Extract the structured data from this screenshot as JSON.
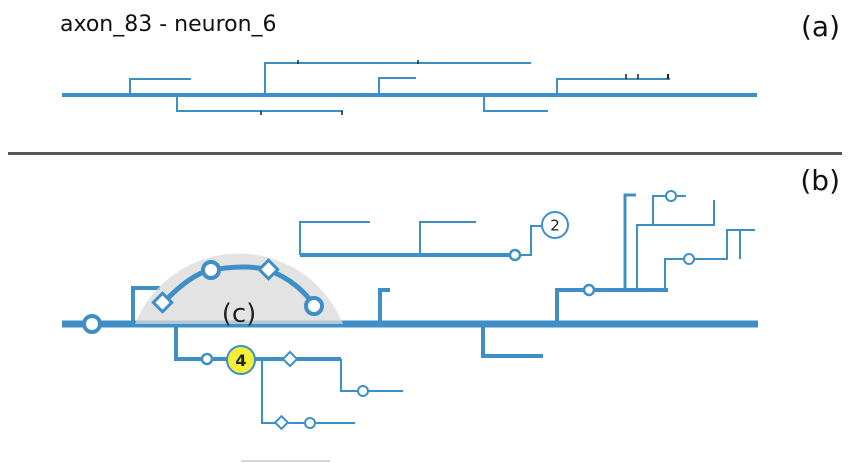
{
  "header": {
    "title": "axon_83 - neuron_6"
  },
  "panels": {
    "a_label": "(a)",
    "b_label": "(b)",
    "c_label": "(c)"
  },
  "badges": {
    "branch_2": "2",
    "branch_4": "4"
  },
  "colors": {
    "branch": "#3f8fc7",
    "highlight": "#f2ee3a",
    "selection_wedge": "#d9d9d9",
    "divider": "#555555"
  }
}
